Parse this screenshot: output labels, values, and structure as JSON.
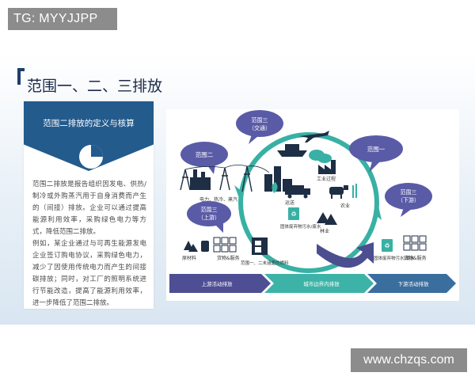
{
  "watermark_top": "TG: MYYJJPP",
  "watermark_bottom": "www.chzqs.com",
  "page_title": "范围一、二、三排放",
  "panel": {
    "title": "范围二排放的定义与核算",
    "paragraphs": [
      "范围二排放是报告组织因发电、供热/制冷或外购蒸汽用于自身消费而产生的（间接）排放。企业可以通过提高能源利用效率，采购绿色电力等方式，降低范围二排放。",
      "例如，某企业通过与可再生能源发电企业签订购电协议，采购绿色电力，减少了因使用传统电力而产生的间接碳排放；同时，对工厂的照明系统进行节能改造，提高了能源利用效率，进一步降低了范围二排放。"
    ]
  },
  "diagram": {
    "bubbles": {
      "scope3_transport": [
        "范围三",
        "（交通）"
      ],
      "scope2": [
        "范围二"
      ],
      "scope1": [
        "范围一"
      ],
      "scope3_upstream": [
        "范围三",
        "（上游）"
      ],
      "scope3_downstream": [
        "范围三",
        "（下游）"
      ]
    },
    "labels": {
      "power": "电力、热冷、蒸汽",
      "industrial": "工业过程",
      "transport": "运送",
      "agriculture": "农业",
      "solid_waste": "固体废弃物污水/废水",
      "forest": "林业",
      "raw_material": "原材料",
      "goods_services": "货物&服务",
      "fuel": "范围一、二未涵盖的燃料",
      "waste_water_down": "固体废弃物污水/废水",
      "goods_services_down": "货物&服务"
    },
    "arrows": {
      "upstream": "上游活动排放",
      "company": "城市边界内排放",
      "downstream": "下游活动排放"
    },
    "colors": {
      "bubble": "#5a5ba7",
      "cycle": "#38b1a4",
      "arrow_left": "#4e4e94",
      "arrow_mid": "#3db3a7",
      "arrow_right": "#3a6e9e"
    }
  }
}
